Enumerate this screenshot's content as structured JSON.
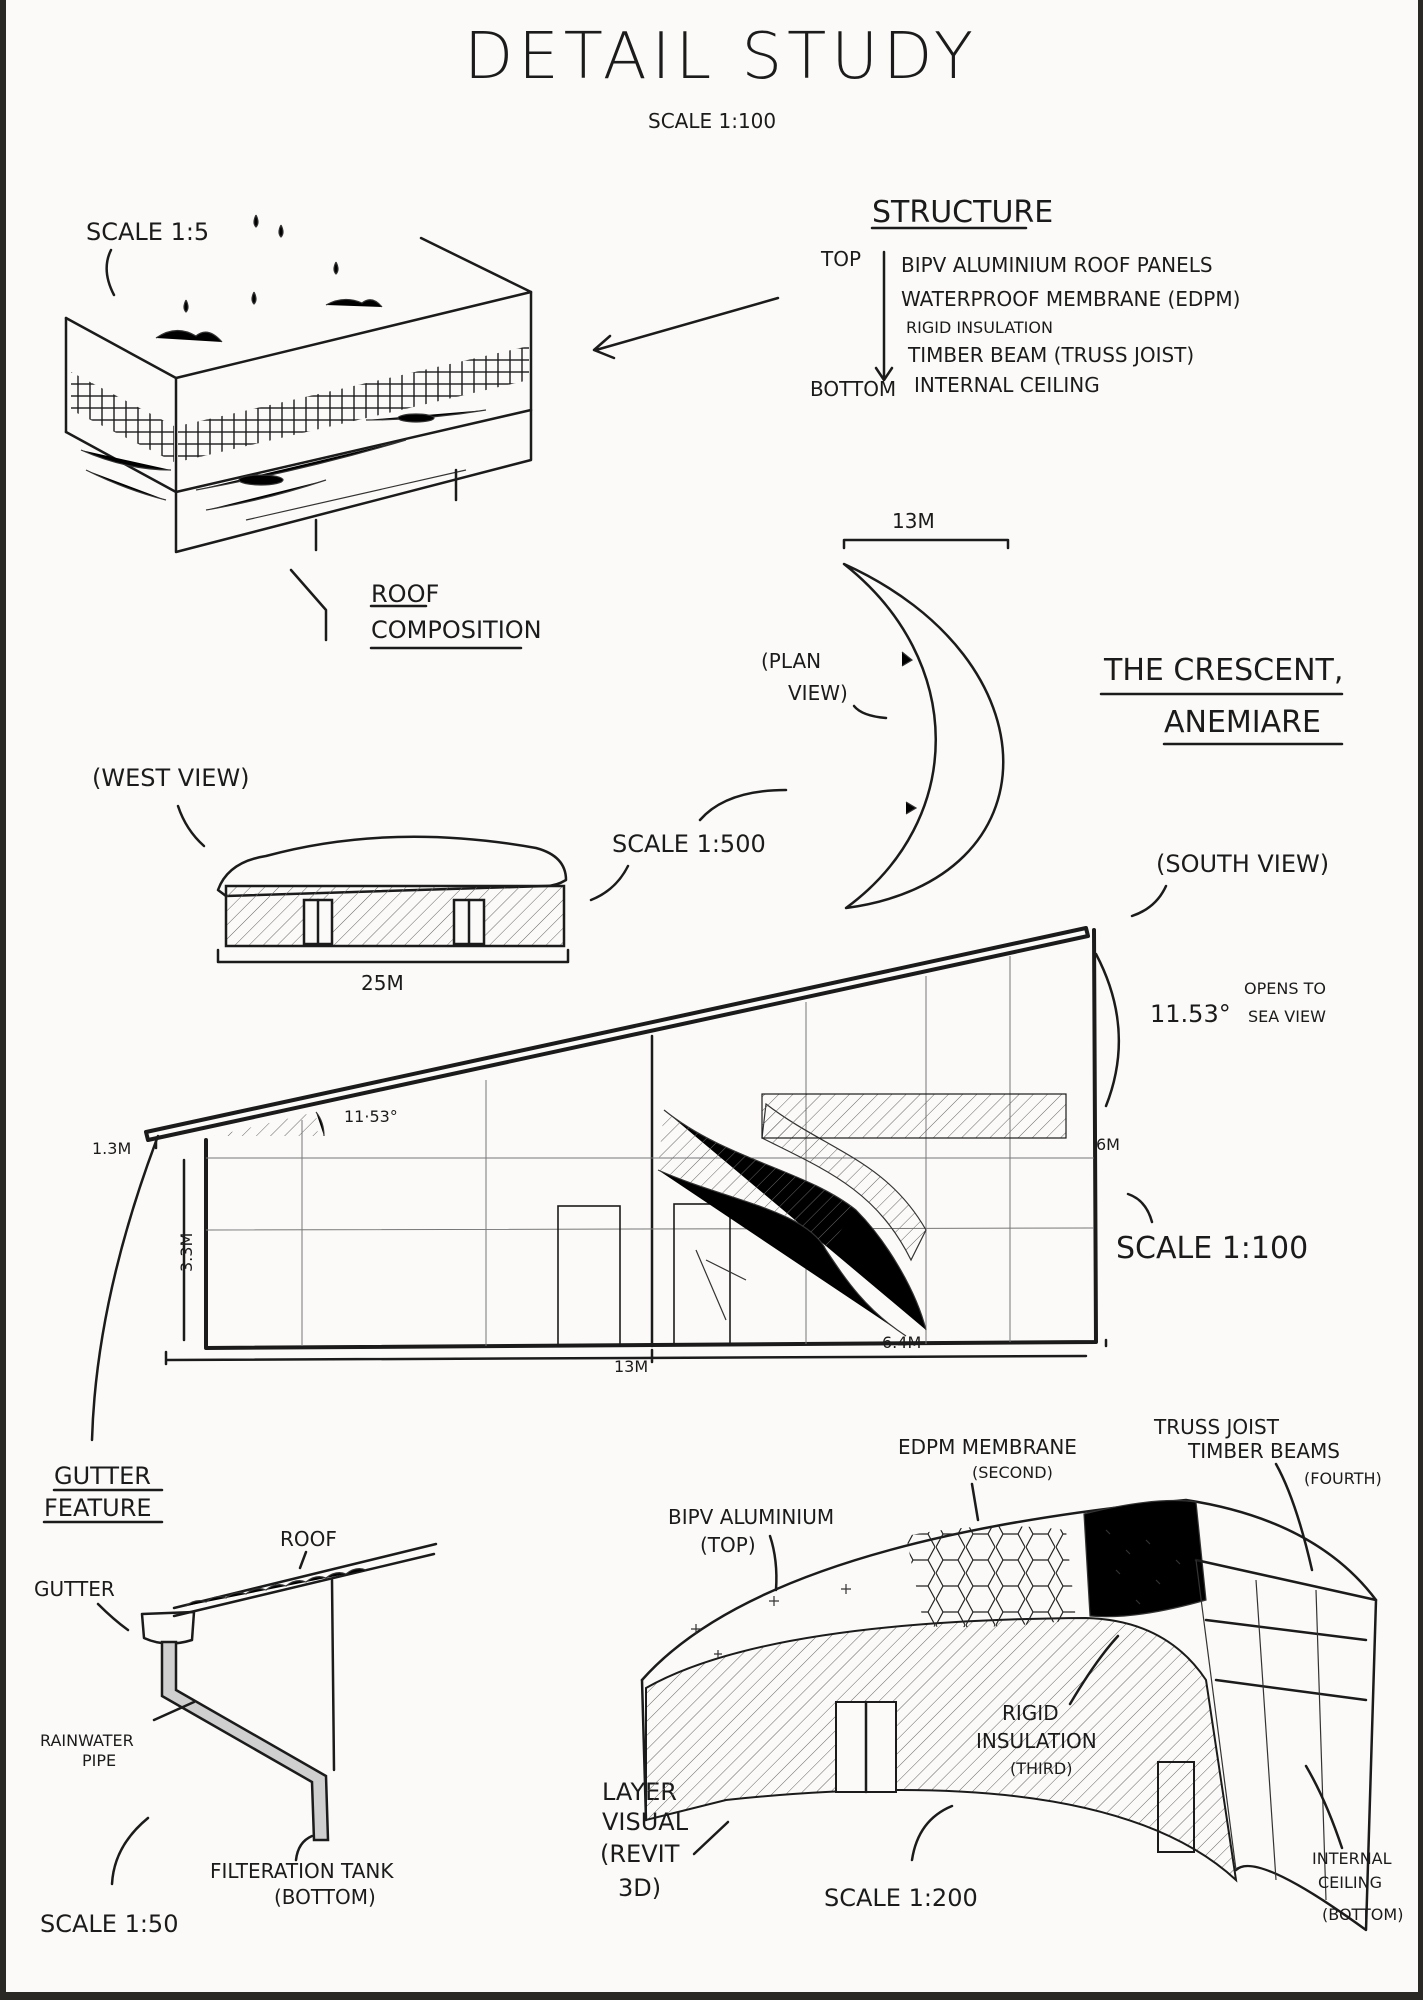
{
  "title": "DETAIL STUDY",
  "scale_main": "SCALE 1:100",
  "roof_detail": {
    "scale": "SCALE 1:5",
    "label_line1": "ROOF",
    "label_line2": "COMPOSITION"
  },
  "structure": {
    "heading": "STRUCTURE",
    "top_label": "TOP",
    "bottom_label": "BOTTOM",
    "layers": [
      "BIPV ALUMINIUM ROOF PANELS",
      "WATERPROOF MEMBRANE (EDPM)",
      "RIGID INSULATION",
      "TIMBER BEAM (TRUSS JOIST)",
      "INTERNAL CEILING"
    ]
  },
  "plan": {
    "dimension": "13M",
    "label_line1": "(PLAN",
    "label_line2": "VIEW)"
  },
  "project": {
    "line1": "THE CRESCENT,",
    "line2": "ANEMIARE"
  },
  "west_view": {
    "label": "(WEST VIEW)",
    "scale": "SCALE 1:500",
    "dimension": "25M"
  },
  "south_view": {
    "label": "(SOUTH VIEW)",
    "angle_right": "11.53°",
    "angle_roof": "11·53°",
    "note_line1": "OPENS TO",
    "note_line2": "SEA VIEW",
    "height_left": "1.3M",
    "height_right": "6M",
    "height_wall": "3.3M",
    "length": "13M",
    "stair_width": "6.4M",
    "scale": "SCALE 1:100"
  },
  "gutter": {
    "heading_line1": "GUTTER",
    "heading_line2": "FEATURE",
    "roof": "ROOF",
    "gutter": "GUTTER",
    "pipe_line1": "RAINWATER",
    "pipe_line2": "PIPE",
    "tank_line1": "FILTERATION TANK",
    "tank_line2": "(BOTTOM)",
    "scale": "SCALE 1:50"
  },
  "layer_visual": {
    "label_lines": [
      "LAYER",
      "VISUAL",
      "(REVIT",
      "3D)"
    ],
    "bipv_line1": "BIPV ALUMINIUM",
    "bipv_line2": "(TOP)",
    "edpm_line1": "EDPM MEMBRANE",
    "edpm_line2": "(SECOND)",
    "truss_line1": "TRUSS JOIST",
    "truss_line2": "TIMBER BEAMS",
    "truss_line3": "(FOURTH)",
    "rigid_line1": "RIGID",
    "rigid_line2": "INSULATION",
    "rigid_line3": "(THIRD)",
    "ceiling_line1": "INTERNAL",
    "ceiling_line2": "CEILING",
    "ceiling_line3": "(BOTTOM)",
    "scale": "SCALE 1:200"
  }
}
